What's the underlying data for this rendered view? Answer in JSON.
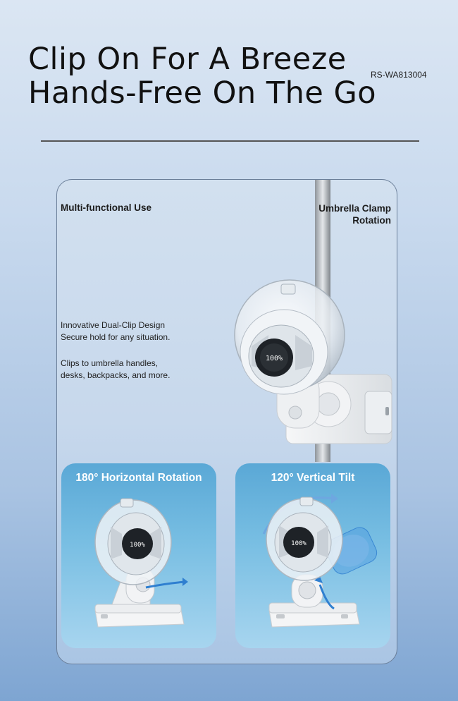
{
  "header": {
    "title_line1": "Clip On For A Breeze",
    "title_line2": "Hands-Free On The Go",
    "sku": "RS-WA813004"
  },
  "card": {
    "label_left": "Multi-functional Use",
    "label_right_line1": "Umbrella Clamp",
    "label_right_line2": "Rotation",
    "desc1_line1": "Innovative Dual-Clip Design",
    "desc1_line2": "Secure hold for any situation.",
    "desc2_line1": "Clips to umbrella handles,",
    "desc2_line2": "desks, backpacks, and more.",
    "display_value": "100%"
  },
  "panels": {
    "left_title": "180° Horizontal Rotation",
    "right_title": "120° Vertical Tilt",
    "display_value": "100%"
  },
  "colors": {
    "panel_top": "#5aa8d6",
    "arrow_blue": "#2f7fd0",
    "title_text": "#111111"
  }
}
